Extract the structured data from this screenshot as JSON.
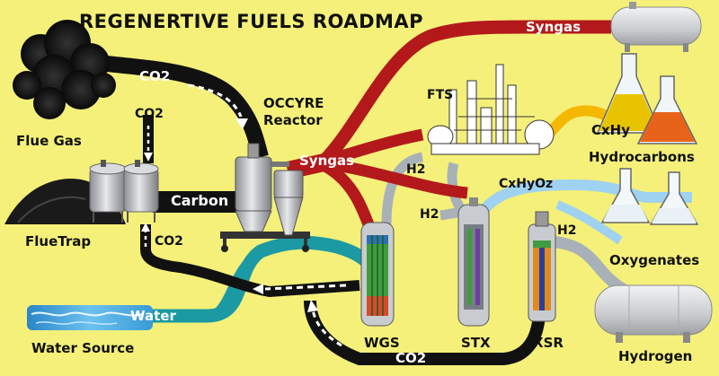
{
  "title": "REGENERTIVE FUELS ROADMAP",
  "sources": {
    "flue_gas": "Flue Gas",
    "flue_trap": "FlueTrap",
    "water_source": "Water Source"
  },
  "reactor": {
    "name_line1": "OCCYRE",
    "name_line2": "Reactor"
  },
  "units": {
    "fts": "FTS",
    "wgs": "WGS",
    "stx": "STX",
    "xsr": "XSR"
  },
  "flows": {
    "co2_top": "CO2",
    "co2_flue": "CO2",
    "co2_trap": "CO2",
    "co2_bottom": "CO2",
    "carbon": "Carbon",
    "syngas_reactor": "Syngas",
    "syngas_top": "Syngas",
    "water": "Water",
    "h2_wgs": "H2",
    "h2_stx": "H2",
    "h2_xsr": "H2",
    "cxhy": "CxHy",
    "cxhyoz": "CxHyOz"
  },
  "products": {
    "hydrocarbons": "Hydrocarbons",
    "oxygenates": "Oxygenates",
    "hydrogen": "Hydrogen"
  },
  "colors": {
    "background": "#f4f07a",
    "co2_path": "#111111",
    "syngas_path": "#b3191b",
    "water_path": "#1b9aa3",
    "hydrogen_path": "#a9b1b8",
    "oxygenate_path": "#9fd2f0",
    "hydrocarbon_path": "#f5b800"
  }
}
